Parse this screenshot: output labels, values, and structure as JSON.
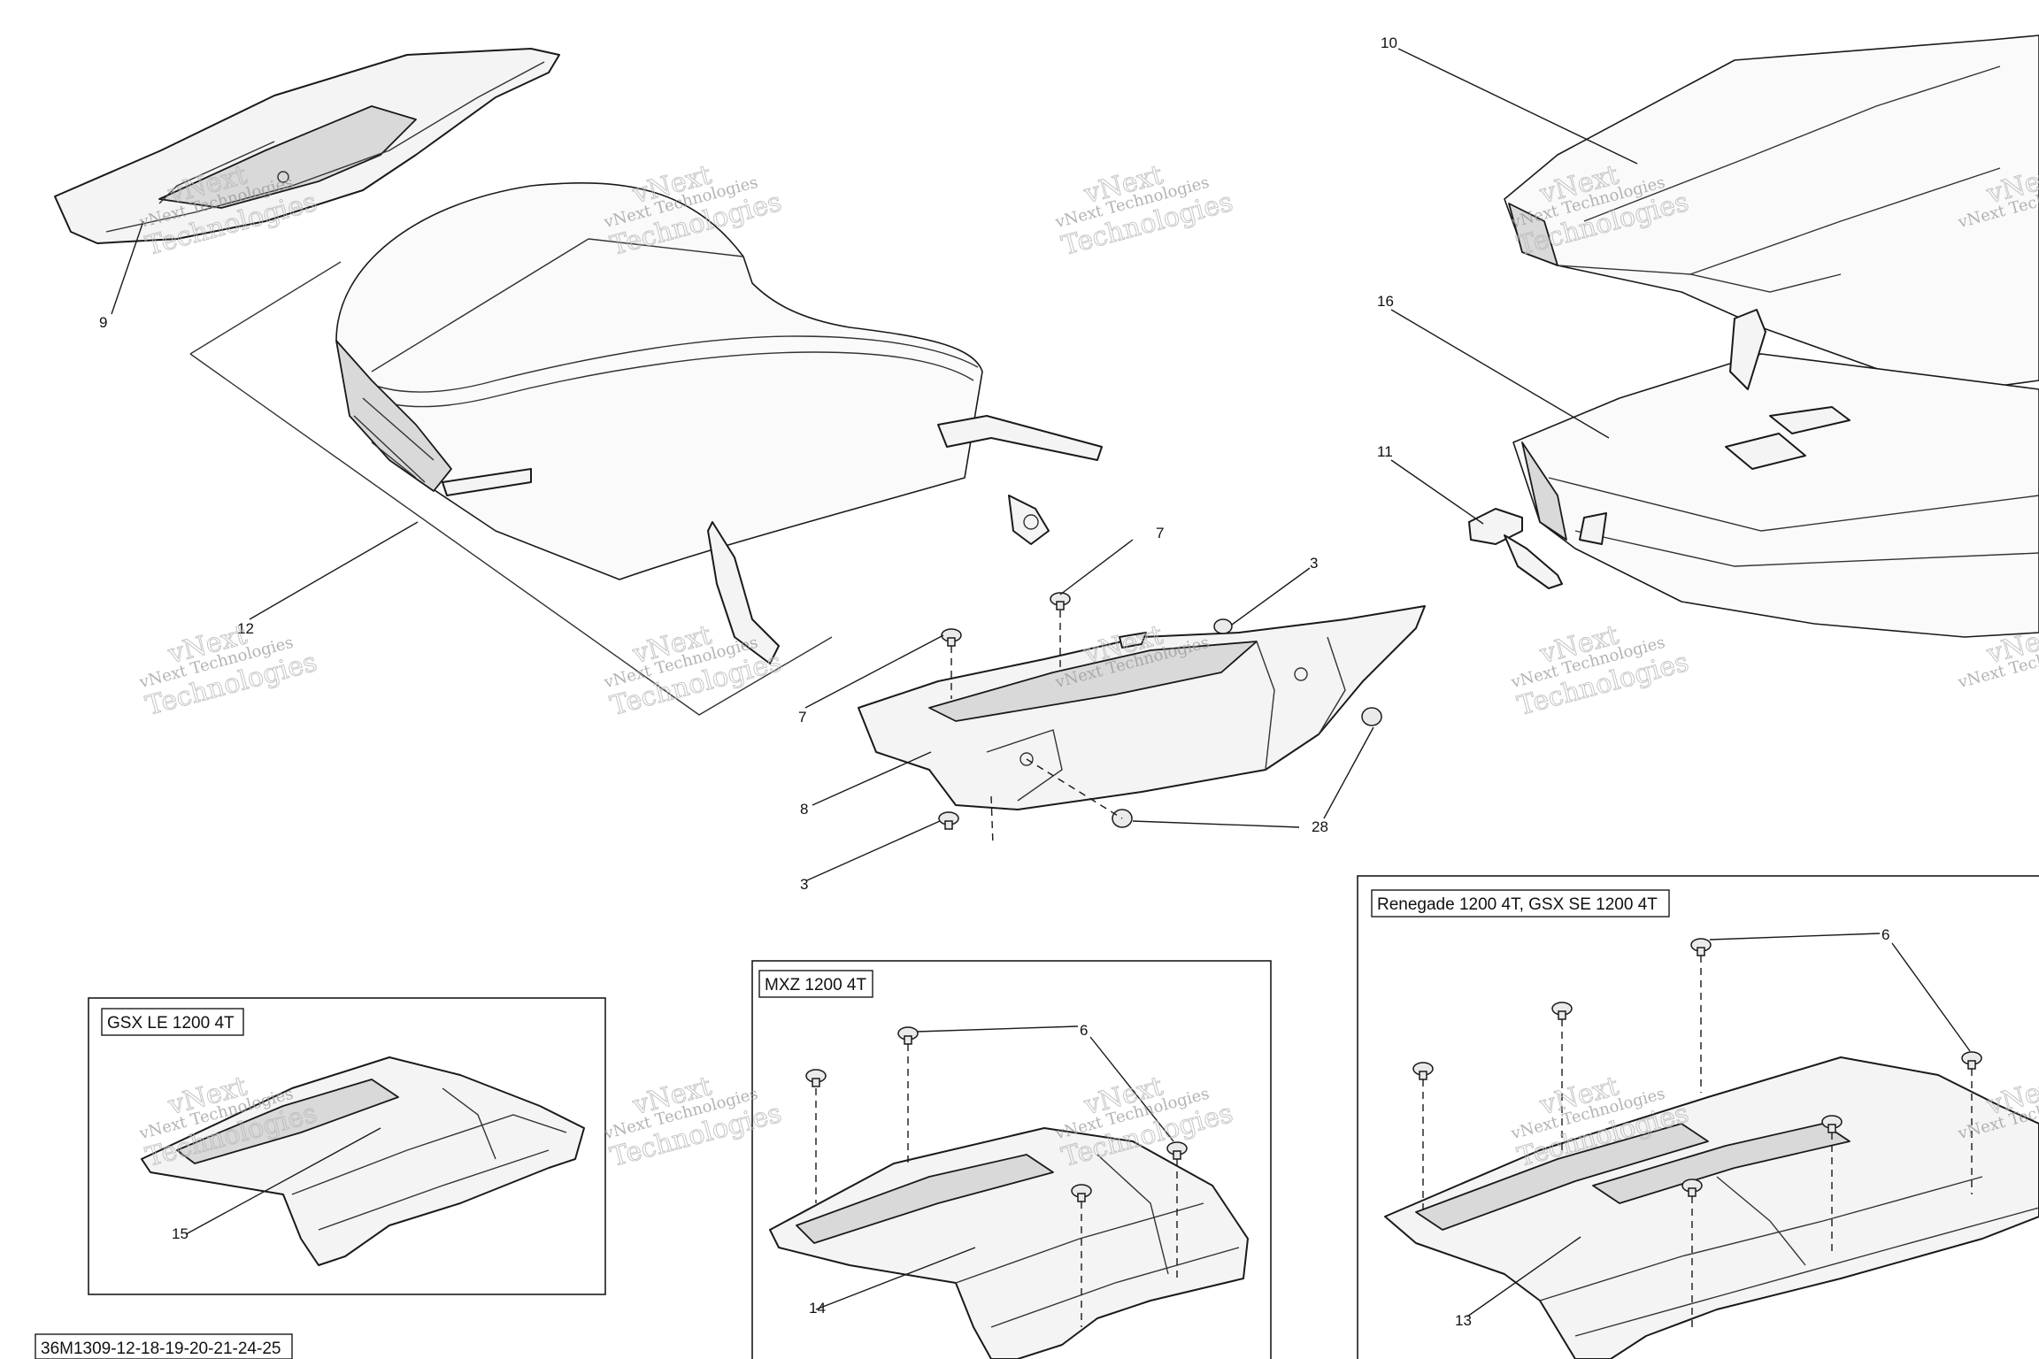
{
  "diagram": {
    "drawing_number": "36M1309-12-18-19-20-21-24-25",
    "callouts": {
      "c3a": "3",
      "c3b": "3",
      "c6a": "6",
      "c6b": "6",
      "c7a": "7",
      "c7b": "7",
      "c8": "8",
      "c9": "9",
      "c10": "10",
      "c11": "11",
      "c12": "12",
      "c13": "13",
      "c14": "14",
      "c15": "15",
      "c16": "16",
      "c28": "28"
    },
    "variant_boxes": {
      "gsx_le": "GSX LE 1200 4T",
      "mxz": "MXZ 1200 4T",
      "renegade": "Renegade 1200 4T, GSX SE 1200 4T"
    },
    "watermark": {
      "line1": "vNext Technologies",
      "line2": "Technologies",
      "overlay": "vNext"
    }
  }
}
